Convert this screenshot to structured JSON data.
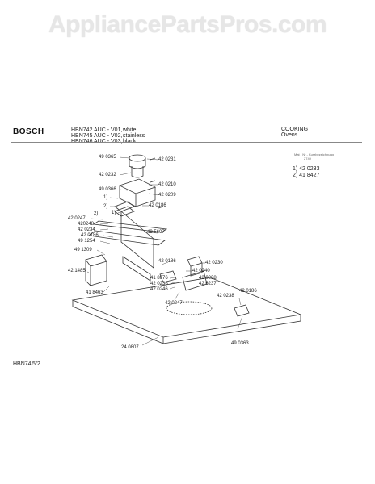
{
  "watermark": "AppliancePartsPros.com",
  "header": {
    "brand": "BOSCH",
    "models": [
      {
        "model": "HBN742 AUC - V01,",
        "finish": "white"
      },
      {
        "model": "HBN745 AUC - V02,",
        "finish": "stainless"
      },
      {
        "model": "HBN746 AUC - V03,",
        "finish": "black"
      }
    ],
    "category": "COOKING",
    "subcategory": "Ovens",
    "note": "Mat - Nr - Kurzbezeichnung",
    "note_value": "2749"
  },
  "footnotes": [
    "1) 42 0233",
    "2) 41 8427"
  ],
  "parts": [
    {
      "id": "p1",
      "label": "49 0365"
    },
    {
      "id": "p2",
      "label": "42 0231"
    },
    {
      "id": "p3",
      "label": "42 0232"
    },
    {
      "id": "p4",
      "label": "42 0210"
    },
    {
      "id": "p5",
      "label": "49 0366"
    },
    {
      "id": "p6",
      "label": "42 0209"
    },
    {
      "id": "p7",
      "label": "1)"
    },
    {
      "id": "p8",
      "label": "42 0186"
    },
    {
      "id": "p9",
      "label": "2)"
    },
    {
      "id": "p10",
      "label": "2)"
    },
    {
      "id": "p11",
      "label": "1)"
    },
    {
      "id": "p12",
      "label": "42 0247"
    },
    {
      "id": "p13",
      "label": "420248"
    },
    {
      "id": "p14",
      "label": "42 0234"
    },
    {
      "id": "p15",
      "label": "49 5607"
    },
    {
      "id": "p16",
      "label": "42 0186"
    },
    {
      "id": "p17",
      "label": "49 1254"
    },
    {
      "id": "p18",
      "label": "49 1309"
    },
    {
      "id": "p19",
      "label": "42 0186"
    },
    {
      "id": "p20",
      "label": "42 0230"
    },
    {
      "id": "p21",
      "label": "42 0240"
    },
    {
      "id": "p22",
      "label": "41 8676"
    },
    {
      "id": "p23",
      "label": "42 0236"
    },
    {
      "id": "p24",
      "label": "42 0246"
    },
    {
      "id": "p25",
      "label": "42 0238"
    },
    {
      "id": "p26",
      "label": "42 6237"
    },
    {
      "id": "p27",
      "label": "42 1485"
    },
    {
      "id": "p28",
      "label": "41 8463"
    },
    {
      "id": "p29",
      "label": "42 0247"
    },
    {
      "id": "p30",
      "label": "42 0186"
    },
    {
      "id": "p31",
      "label": "42 0238"
    },
    {
      "id": "p32",
      "label": "24 0807"
    },
    {
      "id": "p33",
      "label": "49 0363"
    }
  ],
  "footer": {
    "code": "HBN74",
    "page": "5/2"
  }
}
